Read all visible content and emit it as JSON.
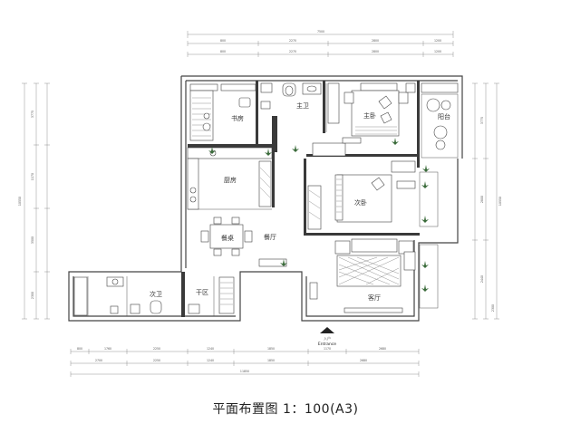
{
  "title": "平面布置图 1：100(A3)",
  "entrance": {
    "cn": "入户",
    "en": "Entrance"
  },
  "rooms": {
    "study": "书房",
    "master_bath": "主卫",
    "master_bedroom": "主卧",
    "balcony": "阳台",
    "kitchen": "厨房",
    "second_bedroom": "次卧",
    "dining_table": "餐桌",
    "dining_room": "餐厅",
    "second_bath": "次卫",
    "dry_zone": "干区",
    "living_room": "客厅"
  },
  "dimensions": {
    "top_total": "7500",
    "top_row1": [
      "800",
      "2270",
      "2800",
      "1200"
    ],
    "top_row2": [
      "800",
      "2270",
      "2800",
      "1200"
    ],
    "bottom_row1": [
      "800",
      "1760",
      "2250",
      "1240",
      "1850",
      "1170",
      "2680"
    ],
    "bottom_row2": [
      "2700",
      "2250",
      "1240",
      "1850",
      "2680"
    ],
    "bottom_total": "11850",
    "left_row": [
      "3775",
      "1170",
      "3500",
      "2300"
    ],
    "left_total": "10550",
    "right_row": [
      "3775",
      "2800",
      "2440",
      "2300"
    ],
    "right_total": "10550"
  }
}
